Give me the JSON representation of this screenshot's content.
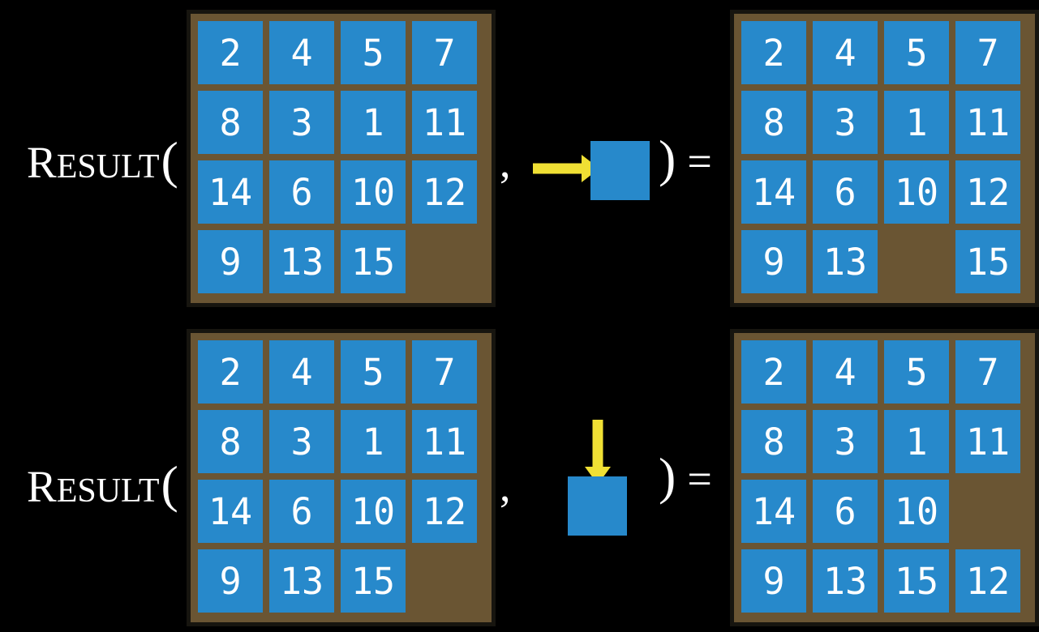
{
  "figure": {
    "description_function_name": "Result",
    "rows_count": 2
  },
  "colors": {
    "background": "#000000",
    "board_brown": "#6A5533",
    "board_border": "#17150f",
    "tile_blue": "#2789CB",
    "arrow_yellow": "#F0E034",
    "text_white": "#FFFFFF"
  },
  "function": {
    "name_initial": "R",
    "name_rest": "ESULT",
    "open_paren": "(",
    "comma": ",",
    "close_paren": ")",
    "equals": "="
  },
  "rows": [
    {
      "action": {
        "direction": "right",
        "icon": "yellow-arrow-right-into-blue-tile"
      },
      "state": [
        [
          "2",
          "4",
          "5",
          "7"
        ],
        [
          "8",
          "3",
          "1",
          "11"
        ],
        [
          "14",
          "6",
          "10",
          "12"
        ],
        [
          "9",
          "13",
          "15",
          ""
        ]
      ],
      "result": [
        [
          "2",
          "4",
          "5",
          "7"
        ],
        [
          "8",
          "3",
          "1",
          "11"
        ],
        [
          "14",
          "6",
          "10",
          "12"
        ],
        [
          "9",
          "13",
          "",
          "15"
        ]
      ]
    },
    {
      "action": {
        "direction": "down",
        "icon": "yellow-arrow-down-into-blue-tile"
      },
      "state": [
        [
          "2",
          "4",
          "5",
          "7"
        ],
        [
          "8",
          "3",
          "1",
          "11"
        ],
        [
          "14",
          "6",
          "10",
          "12"
        ],
        [
          "9",
          "13",
          "15",
          ""
        ]
      ],
      "result": [
        [
          "2",
          "4",
          "5",
          "7"
        ],
        [
          "8",
          "3",
          "1",
          "11"
        ],
        [
          "14",
          "6",
          "10",
          ""
        ],
        [
          "9",
          "13",
          "15",
          "12"
        ]
      ]
    }
  ]
}
